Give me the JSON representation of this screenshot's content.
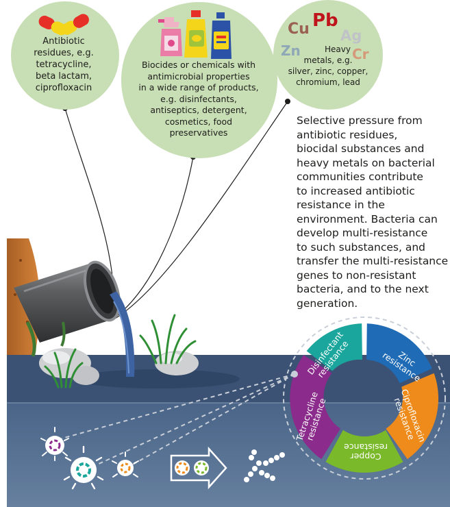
{
  "bubbles": {
    "antibiotic": {
      "lines": [
        "Antibiotic",
        "residues, e.g.",
        "tetracycline,",
        "beta lactam,",
        "ciprofloxacin"
      ]
    },
    "biocides": {
      "lines": [
        "Biocides or chemicals with",
        "antimicrobial properties",
        "in a wide range of products,",
        "e.g. disinfectants,",
        "antiseptics, detergent,",
        "cosmetics, food",
        "preservatives"
      ]
    },
    "metals": {
      "heavy": "Heavy",
      "lines": [
        "metals, e.g.",
        "silver, zinc, copper,",
        "chromium, lead"
      ],
      "symbols": [
        "Cu",
        "Pb",
        "Ag",
        "Zn",
        "Cr"
      ]
    }
  },
  "description_lines": [
    "Selective pressure from",
    "antibiotic residues,",
    "biocidal substances and",
    "heavy metals on bacterial",
    "communities contribute",
    "to increased antibiotic",
    "resistance in the",
    "environment. Bacteria can",
    "develop multi-resistance",
    "to such substances, and",
    "transfer the multi-resistance",
    "genes to non-resistant",
    "bacteria, and to the next",
    "generation."
  ],
  "resistance_ring": {
    "segments": [
      {
        "name": "disinfectant",
        "lines": [
          "Disinfectant",
          "resistance"
        ],
        "color": "#1aa69c"
      },
      {
        "name": "zinc",
        "lines": [
          "Zinc",
          "resistance"
        ],
        "color": "#1f6bb5"
      },
      {
        "name": "ciprofloxacin",
        "lines": [
          "Ciprofloxacin",
          "resistance"
        ],
        "color": "#ee8b1a"
      },
      {
        "name": "copper",
        "lines": [
          "Copper",
          "resistance"
        ],
        "color": "#7ab929"
      },
      {
        "name": "tetracycline",
        "lines": [
          "Tetracycline",
          "resistance"
        ],
        "color": "#8b2b8c"
      }
    ]
  },
  "colors": {
    "bubble": "#c8deb4",
    "water_top": "#3f5c80",
    "water_bottom": "#5d7797",
    "soil": "#c7742f"
  }
}
